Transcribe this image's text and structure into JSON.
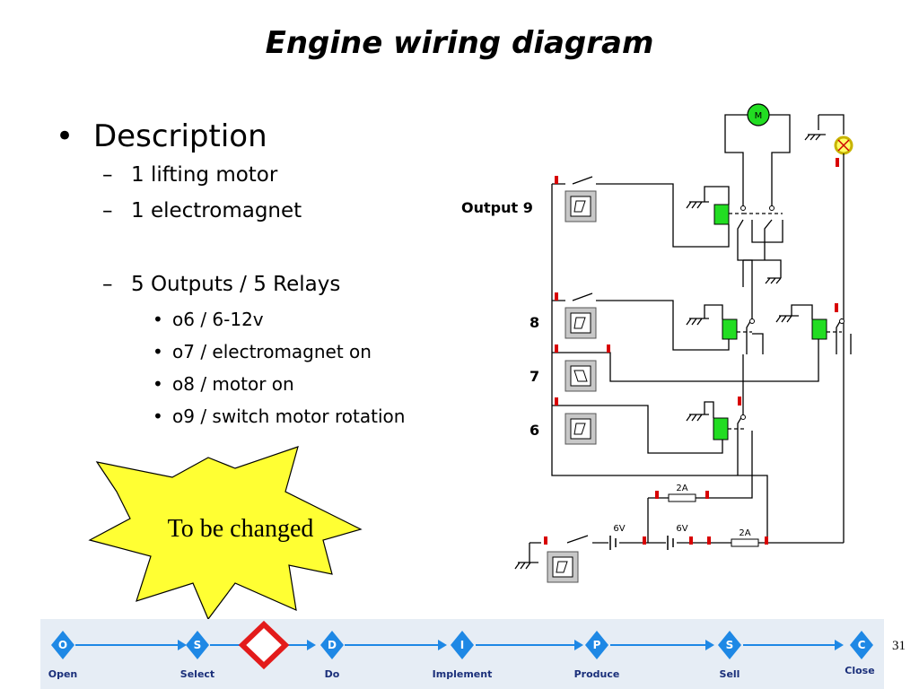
{
  "title": "Engine wiring diagram",
  "bullets": {
    "description": "Description",
    "item1": "1 lifting motor",
    "item2": "1 electromagnet",
    "item3": "5 Outputs / 5 Relays",
    "sub1": "o6 / 6-12v",
    "sub2": "o7 / electromagnet on",
    "sub3": "o8 / motor on",
    "sub4": "o9 / switch motor rotation"
  },
  "burst_text": "To be changed",
  "outputs": {
    "o9": "Output  9",
    "o8": "8",
    "o7": "7",
    "o6": "6"
  },
  "components": {
    "motor": "M",
    "fuse1": "2A",
    "fuse2": "2A",
    "battery1": "6V",
    "battery2": "6V"
  },
  "nav": {
    "steps": [
      {
        "letter": "O",
        "label": "Open"
      },
      {
        "letter": "S",
        "label": "Select"
      },
      {
        "letter": "D",
        "label": "Do"
      },
      {
        "letter": "I",
        "label": "Implement"
      },
      {
        "letter": "P",
        "label": "Produce"
      },
      {
        "letter": "S",
        "label": "Sell"
      },
      {
        "letter": "C",
        "label": "Close"
      }
    ],
    "current_marker": "after-select",
    "accent": "#1e88e5",
    "marker_color": "#e31b1b",
    "band_color": "#e6edf5"
  },
  "page_number": "31",
  "colors": {
    "relay": "#22dd22",
    "terminal": "#d80000",
    "burst_fill": "#ffff33",
    "lamp": "#ffff66",
    "switch_box": "#c8c8c8"
  }
}
